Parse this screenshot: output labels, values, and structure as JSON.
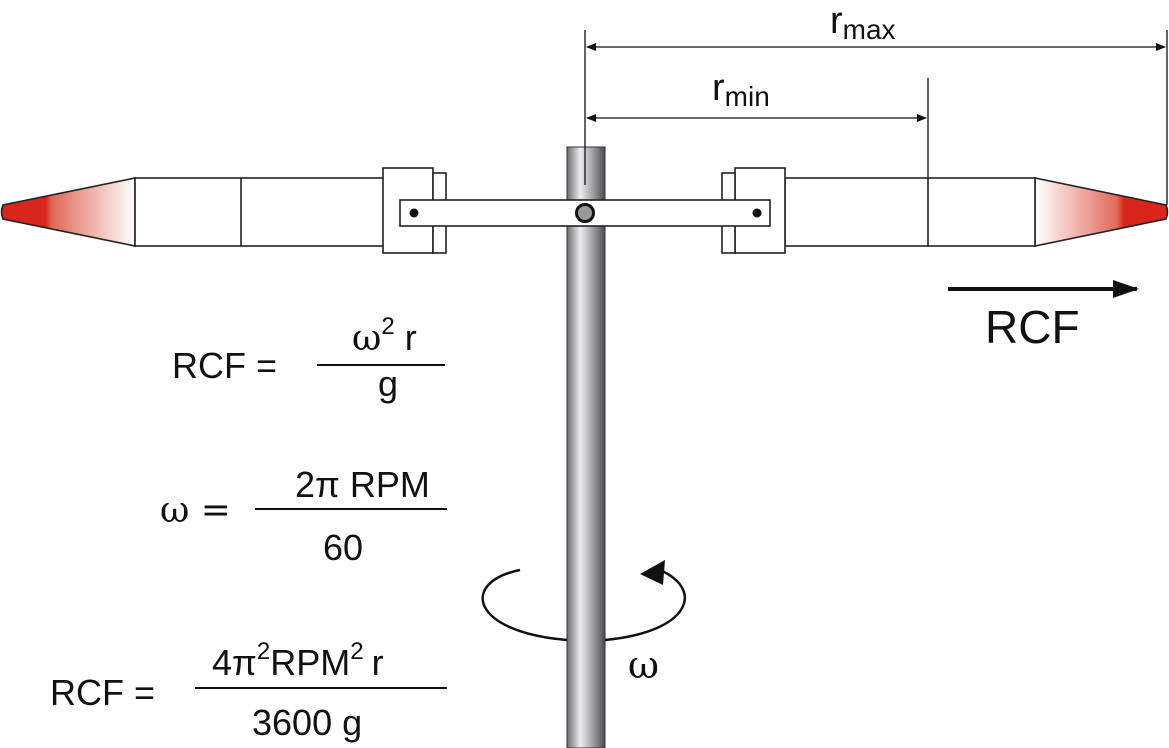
{
  "labels": {
    "r_max": {
      "base": "r",
      "sub": "max"
    },
    "r_min": {
      "base": "r",
      "sub": "min"
    },
    "rcf_arrow": "RCF",
    "omega_rotation": "ω"
  },
  "formulas": {
    "rcf_basic": {
      "lhs": "RCF =",
      "num_omega": "ω",
      "num_exp": "2",
      "num_r": "r",
      "den": "g"
    },
    "omega_def": {
      "lhs": "ω =",
      "num": "2π RPM",
      "den": "60"
    },
    "rcf_rpm": {
      "lhs": "RCF =",
      "num_a": "4π",
      "exp_a": "2",
      "num_b": "RPM",
      "exp_b": "2",
      "num_c": "r",
      "den": "3600 g"
    }
  },
  "colors": {
    "tube_tip": "#d9261c",
    "shaft_dark": "#5a5a5f",
    "shaft_light": "#e6e6ea",
    "outline": "#222222"
  }
}
